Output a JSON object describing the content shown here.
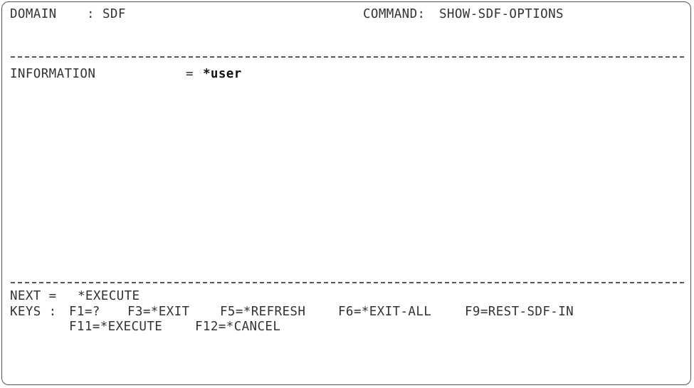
{
  "header": {
    "domain_label": "DOMAIN",
    "domain_sep": ":",
    "domain_value": "SDF",
    "command_label": "COMMAND:",
    "command_value": "SHOW-SDF-OPTIONS"
  },
  "form": {
    "operand_name": "INFORMATION",
    "operand_eq": "=",
    "operand_value": "*user"
  },
  "footer": {
    "next_label": "NEXT =",
    "next_value": "*EXECUTE",
    "keys_label": "KEYS :",
    "keys_row1": [
      "F1=?",
      "F3=*EXIT",
      "F5=*REFRESH",
      "F6=*EXIT-ALL",
      "F9=REST-SDF-IN"
    ],
    "keys_row2": [
      "F11=*EXECUTE",
      "F12=*CANCEL"
    ]
  }
}
